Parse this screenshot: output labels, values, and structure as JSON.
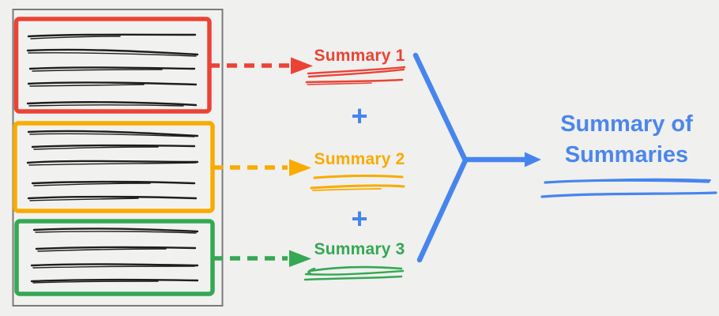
{
  "diagram": {
    "background_color": "#f0f0ee",
    "source_document": {
      "border_color": "#7a7a7a",
      "description": "one long document split into three highlighted chunks of scribbled text",
      "sections": [
        {
          "name": "chunk-1",
          "color": "#EA4335",
          "text_lines": 5
        },
        {
          "name": "chunk-2",
          "color": "#F9AB00",
          "text_lines": 5
        },
        {
          "name": "chunk-3",
          "color": "#34A853",
          "text_lines": 4
        }
      ]
    },
    "summaries": [
      {
        "label": "Summary 1",
        "color": "#EA4335"
      },
      {
        "label": "Summary 2",
        "color": "#F9AB00"
      },
      {
        "label": "Summary 3",
        "color": "#34A853"
      }
    ],
    "plus_sign": "+",
    "result": {
      "title": "Summary of Summaries",
      "color": "#4C86EC"
    }
  }
}
